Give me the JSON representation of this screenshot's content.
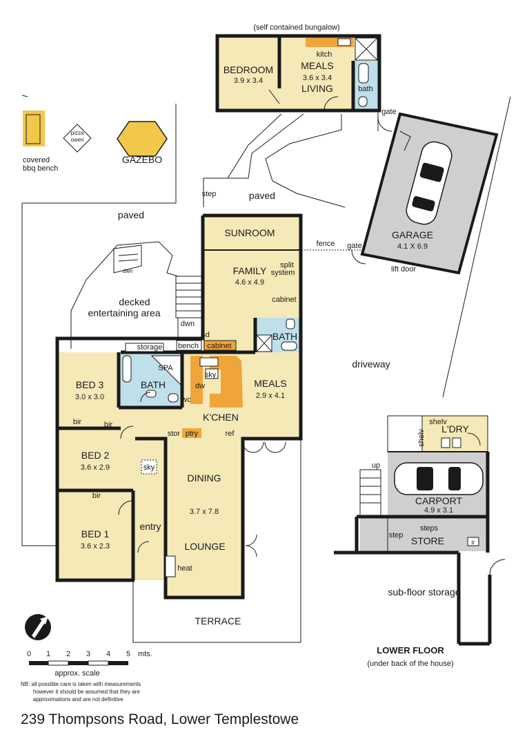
{
  "bungalow": {
    "caption": "(self contained bungalow)",
    "bedroom": {
      "name": "BEDROOM",
      "size": "3.9 x 3.4"
    },
    "kitch": "kitch",
    "meals_living": {
      "line1": "MEALS",
      "size": "3.6 x 3.4",
      "line2": "LIVING"
    },
    "bath": "bath"
  },
  "outdoor": {
    "covered_bbq": [
      "covered",
      "bbq bench"
    ],
    "pizza_oven": [
      "pizza",
      "owen"
    ],
    "gazebo": "GAZEBO",
    "paved_left": "paved",
    "paved_top": "paved",
    "step": "step",
    "dwn_deck": "dwn",
    "decked": [
      "decked",
      "entertaining area"
    ],
    "dwn_stairs": "dwn",
    "fence": "fence",
    "gate_top": "gate",
    "gate_mid": "gate",
    "lift_door": "lift door",
    "driveway": "driveway",
    "terrace": "TERRACE"
  },
  "garage": {
    "name": "GARAGE",
    "size": "4.1 X 6.9"
  },
  "main": {
    "sunroom": "SUNROOM",
    "family": {
      "name": "FAMILY",
      "size": "4.6 x 4.9"
    },
    "split_system": [
      "split",
      "system"
    ],
    "cabinet": "cabinet",
    "bath_main": "BATH",
    "storage": "storage",
    "bench": "bench",
    "cabinet2": "cabinet",
    "sd": "sd",
    "spa": "SPA",
    "bath2": "BATH",
    "sky1": "sky",
    "dw": "dw",
    "wc": "wc",
    "bed3": {
      "name": "BED 3",
      "size": "3.0 x 3.0"
    },
    "bir1": "bir",
    "bir2": "bir",
    "bed2": {
      "name": "BED 2",
      "size": "3.6 x 2.9"
    },
    "bir3": "bir",
    "bed1": {
      "name": "BED 1",
      "size": "3.6 x 2.3"
    },
    "sky2": "sky",
    "entry": "entry",
    "meals": {
      "name": "MEALS",
      "size": "2.9 x 4.1"
    },
    "kchen": "K'CHEN",
    "stor": "stor",
    "ptry": "ptry",
    "ref": "ref",
    "dining": "DINING",
    "dining_size": "3.7 x 7.8",
    "lounge": "LOUNGE",
    "heat": "heat"
  },
  "lower": {
    "shelv1": "shelv",
    "shelv2": "shelv",
    "ldry": "L'DRY",
    "up": "up",
    "carport": {
      "name": "CARPORT",
      "size": "4.9 x 3.1"
    },
    "steps": "steps",
    "step": "step",
    "store": "STORE",
    "tr": "tr",
    "subfloor": "sub-floor storage",
    "title": "LOWER FLOOR",
    "subtitle": "(under back of the house)"
  },
  "scale": {
    "ticks": [
      "0",
      "1",
      "2",
      "3",
      "4",
      "5"
    ],
    "unit": "mts.",
    "caption": "approx. scale"
  },
  "disclaimer": [
    "NB:  all possible care is taken with measurements",
    "however it should be assumed that they are",
    "approximations and are not definitive"
  ],
  "address": "239 Thompsons Road, Lower Templestowe",
  "colors": {
    "room": "#f5e9b8",
    "grey": "#cfcfcf",
    "wet": "#bfe0ea",
    "kitchen": "#f0a53a",
    "gazebo": "#f2c84b"
  }
}
